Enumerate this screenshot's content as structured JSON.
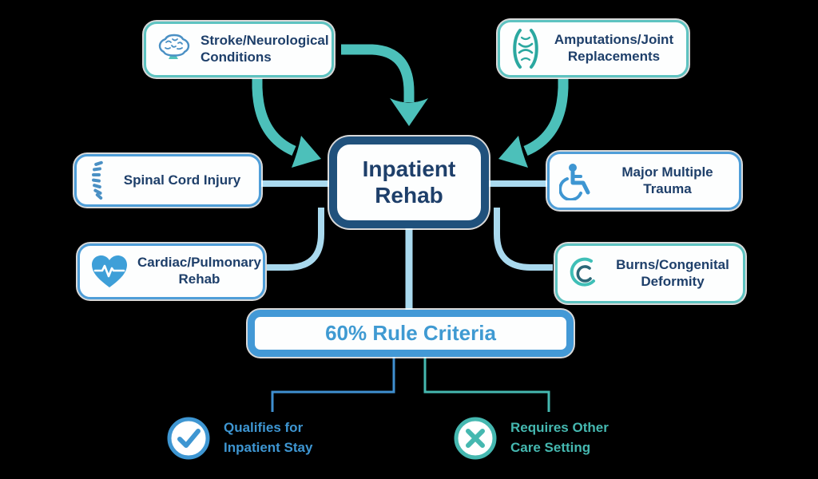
{
  "diagram": {
    "title": "Inpatient Rehab 60% Rule infographic",
    "center": {
      "label": "Inpatient Rehab"
    },
    "criteria": {
      "label": "60% Rule Criteria"
    },
    "nodes": [
      {
        "id": "stroke",
        "label": "Stroke/Neurological Conditions",
        "icon": "brain-icon"
      },
      {
        "id": "amputations",
        "label": "Amputations/Joint Replacements",
        "icon": "joint-icon"
      },
      {
        "id": "spinal",
        "label": "Spinal Cord Injury",
        "icon": "spine-icon"
      },
      {
        "id": "trauma",
        "label": "Major Multiple Trauma",
        "icon": "wheelchair-icon"
      },
      {
        "id": "cardiac",
        "label": "Cardiac/Pulmonary Rehab",
        "icon": "heart-ecg-icon"
      },
      {
        "id": "burns",
        "label": "Burns/Congenital Deformity",
        "icon": "double-c-icon"
      }
    ],
    "outcomes": [
      {
        "id": "qualifies",
        "label": "Qualifies for Inpatient Stay",
        "icon": "check-circle-icon"
      },
      {
        "id": "requires_other",
        "label": "Requires Other Care Setting",
        "icon": "x-circle-icon"
      }
    ],
    "colors": {
      "teal_arrow": "#4cc0ba",
      "teal_border": "#5ec3c1",
      "blue": "#3e96d2",
      "blue_border": "#4f9ed8",
      "light_blue_connector": "#a9d9ee",
      "navy_text": "#1e3f6a",
      "navy_border": "#20517c",
      "criteria_blue": "#3f9ad2",
      "outcome_teal": "#45b8b0"
    }
  }
}
